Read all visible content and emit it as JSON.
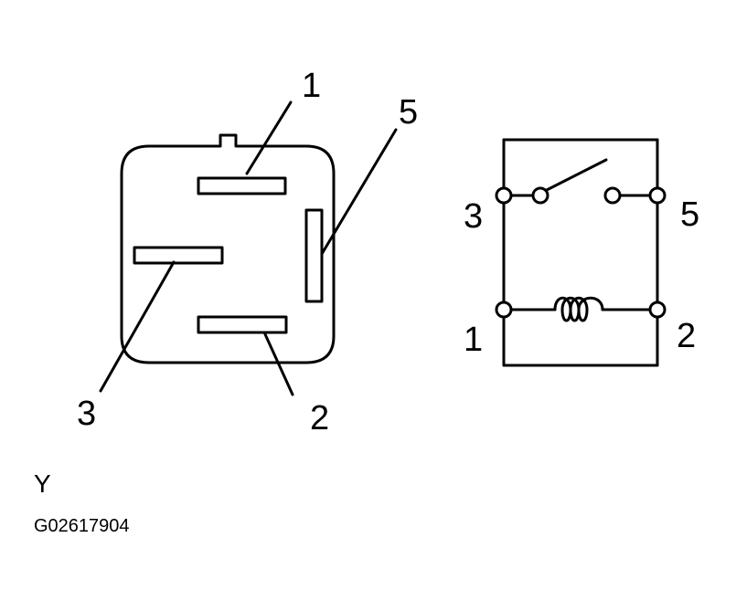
{
  "colors": {
    "ink": "#000000",
    "paper": "#ffffff"
  },
  "connector": {
    "pin_labels": [
      "1",
      "5",
      "3",
      "2"
    ]
  },
  "schematic": {
    "terminal_labels": [
      "3",
      "5",
      "1",
      "2"
    ],
    "switch_contact": "normally-open",
    "coil": "coil-icon"
  },
  "view_label": "Y",
  "figure_code": "G02617904"
}
